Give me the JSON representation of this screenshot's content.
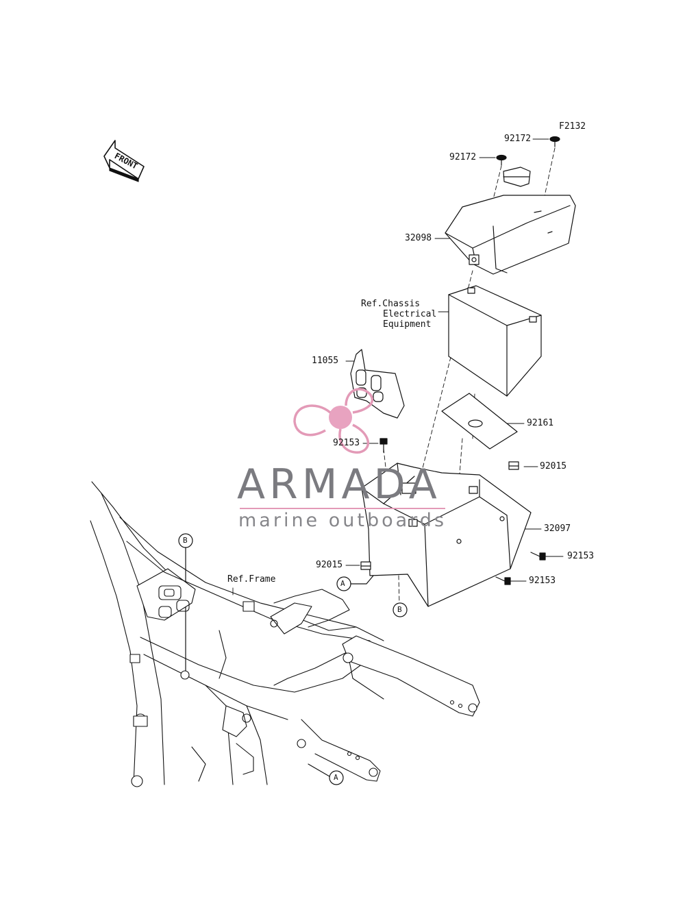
{
  "diagram": {
    "code": "F2132",
    "front_label": "FRONT",
    "parts": [
      {
        "number": "92172",
        "key": "bolt_top_right"
      },
      {
        "number": "92172",
        "key": "bolt_top_left"
      },
      {
        "number": "32098",
        "key": "battery_cover"
      },
      {
        "number": "11055",
        "key": "bracket"
      },
      {
        "number": "92161",
        "key": "pad"
      },
      {
        "number": "92153",
        "key": "bolt_bracket"
      },
      {
        "number": "92015",
        "key": "nut_right"
      },
      {
        "number": "32097",
        "key": "battery_case"
      },
      {
        "number": "92153",
        "key": "bolt_case_upper"
      },
      {
        "number": "92015",
        "key": "nut_left"
      },
      {
        "number": "92153",
        "key": "bolt_case_lower"
      }
    ],
    "references": {
      "chassis": [
        "Ref.Chassis",
        "Electrical",
        "Equipment"
      ],
      "frame": "Ref.Frame"
    },
    "markers": {
      "a": "A",
      "b": "B"
    }
  },
  "watermark": {
    "brand": "ARMADA",
    "tagline": "marine outboards",
    "colors": {
      "brand_gray": "#7b7b80",
      "accent_pink": "#e39ab7"
    }
  }
}
